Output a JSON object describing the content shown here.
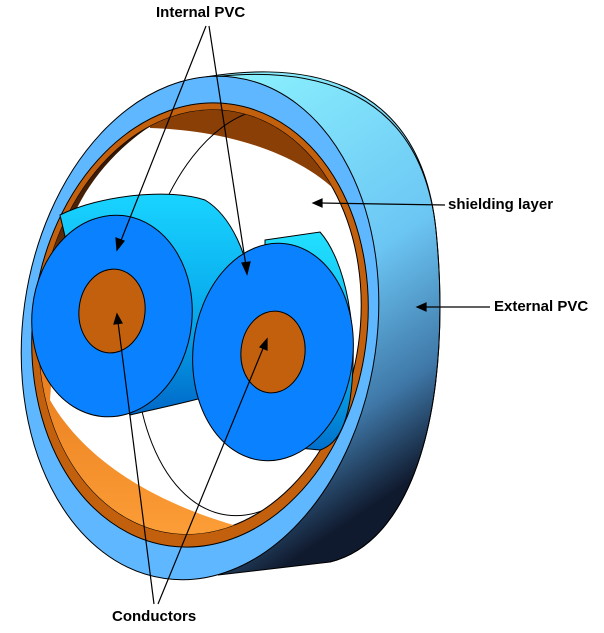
{
  "labels": {
    "internal_pvc": "Internal PVC",
    "shielding_layer": "shielding layer",
    "external_pvc": "External PVC",
    "conductors": "Conductors"
  },
  "colors": {
    "external_pvc_light": "#8ff7ff",
    "external_pvc_mid": "#67bff2",
    "external_pvc_dark": "#101a2e",
    "external_pvc_face": "#5fb8ff",
    "shielding_copper": "#c2600d",
    "shielding_inner_light": "#ff9a2e",
    "internal_pvc_face": "#0a82ff",
    "internal_pvc_side": "#00c4f5",
    "conductor": "#c2600d",
    "line": "#000000"
  }
}
